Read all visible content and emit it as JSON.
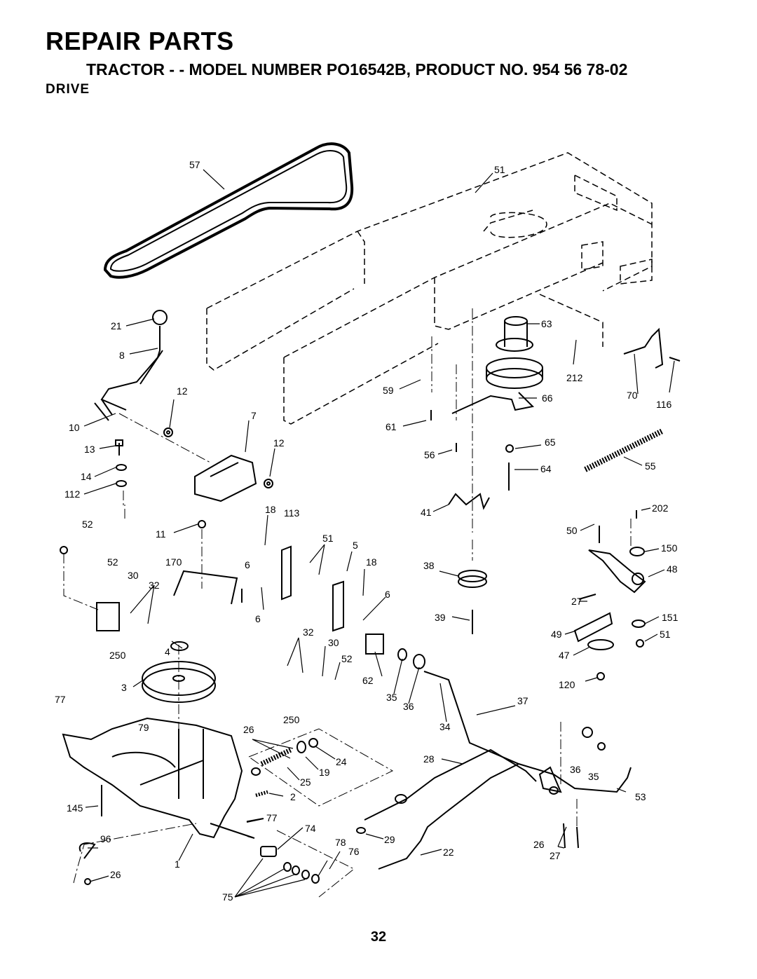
{
  "page": {
    "title": "REPAIR PARTS",
    "subtitle": "TRACTOR - - MODEL NUMBER PO16542B, PRODUCT NO. 954 56 78-02",
    "section": "DRIVE",
    "page_number": "32"
  },
  "callouts": [
    {
      "id": "c57",
      "label": "57"
    },
    {
      "id": "c51a",
      "label": "51"
    },
    {
      "id": "c21",
      "label": "21"
    },
    {
      "id": "c8",
      "label": "8"
    },
    {
      "id": "c63",
      "label": "63"
    },
    {
      "id": "c212",
      "label": "212"
    },
    {
      "id": "c12a",
      "label": "12"
    },
    {
      "id": "c59",
      "label": "59"
    },
    {
      "id": "c66",
      "label": "66"
    },
    {
      "id": "c70",
      "label": "70"
    },
    {
      "id": "c116",
      "label": "116"
    },
    {
      "id": "c7",
      "label": "7"
    },
    {
      "id": "c10",
      "label": "10"
    },
    {
      "id": "c61",
      "label": "61"
    },
    {
      "id": "c12b",
      "label": "12"
    },
    {
      "id": "c13",
      "label": "13"
    },
    {
      "id": "c65",
      "label": "65"
    },
    {
      "id": "c56",
      "label": "56"
    },
    {
      "id": "c14",
      "label": "14"
    },
    {
      "id": "c64",
      "label": "64"
    },
    {
      "id": "c55",
      "label": "55"
    },
    {
      "id": "c112",
      "label": "112"
    },
    {
      "id": "c18a",
      "label": "18"
    },
    {
      "id": "c113",
      "label": "113"
    },
    {
      "id": "c41",
      "label": "41"
    },
    {
      "id": "c202",
      "label": "202"
    },
    {
      "id": "c52a",
      "label": "52"
    },
    {
      "id": "c11",
      "label": "11"
    },
    {
      "id": "c50",
      "label": "50"
    },
    {
      "id": "c51b",
      "label": "51"
    },
    {
      "id": "c5",
      "label": "5"
    },
    {
      "id": "c150",
      "label": "150"
    },
    {
      "id": "c52b",
      "label": "52"
    },
    {
      "id": "c30a",
      "label": "30"
    },
    {
      "id": "c170",
      "label": "170"
    },
    {
      "id": "c6a",
      "label": "6"
    },
    {
      "id": "c18b",
      "label": "18"
    },
    {
      "id": "c38",
      "label": "38"
    },
    {
      "id": "c48",
      "label": "48"
    },
    {
      "id": "c32a",
      "label": "32"
    },
    {
      "id": "c6b",
      "label": "6"
    },
    {
      "id": "c27a",
      "label": "27"
    },
    {
      "id": "c6c",
      "label": "6"
    },
    {
      "id": "c39",
      "label": "39"
    },
    {
      "id": "c151",
      "label": "151"
    },
    {
      "id": "c32b",
      "label": "32"
    },
    {
      "id": "c49",
      "label": "49"
    },
    {
      "id": "c51c",
      "label": "51"
    },
    {
      "id": "c250a",
      "label": "250"
    },
    {
      "id": "c4",
      "label": "4"
    },
    {
      "id": "c30b",
      "label": "30"
    },
    {
      "id": "c47",
      "label": "47"
    },
    {
      "id": "c52c",
      "label": "52"
    },
    {
      "id": "c3",
      "label": "3"
    },
    {
      "id": "c62",
      "label": "62"
    },
    {
      "id": "c120",
      "label": "120"
    },
    {
      "id": "c77a",
      "label": "77"
    },
    {
      "id": "c35a",
      "label": "35"
    },
    {
      "id": "c36a",
      "label": "36"
    },
    {
      "id": "c37",
      "label": "37"
    },
    {
      "id": "c250b",
      "label": "250"
    },
    {
      "id": "c79",
      "label": "79"
    },
    {
      "id": "c34",
      "label": "34"
    },
    {
      "id": "c26a",
      "label": "26"
    },
    {
      "id": "c28",
      "label": "28"
    },
    {
      "id": "c24",
      "label": "24"
    },
    {
      "id": "c19",
      "label": "19"
    },
    {
      "id": "c36b",
      "label": "36"
    },
    {
      "id": "c35b",
      "label": "35"
    },
    {
      "id": "c25",
      "label": "25"
    },
    {
      "id": "c53",
      "label": "53"
    },
    {
      "id": "c2",
      "label": "2"
    },
    {
      "id": "c145",
      "label": "145"
    },
    {
      "id": "c77b",
      "label": "77"
    },
    {
      "id": "c74",
      "label": "74"
    },
    {
      "id": "c29",
      "label": "29"
    },
    {
      "id": "c96",
      "label": "96"
    },
    {
      "id": "c78",
      "label": "78"
    },
    {
      "id": "c76",
      "label": "76"
    },
    {
      "id": "c22",
      "label": "22"
    },
    {
      "id": "c26b",
      "label": "26"
    },
    {
      "id": "c27b",
      "label": "27"
    },
    {
      "id": "c1",
      "label": "1"
    },
    {
      "id": "c26c",
      "label": "26"
    },
    {
      "id": "c75",
      "label": "75"
    }
  ]
}
